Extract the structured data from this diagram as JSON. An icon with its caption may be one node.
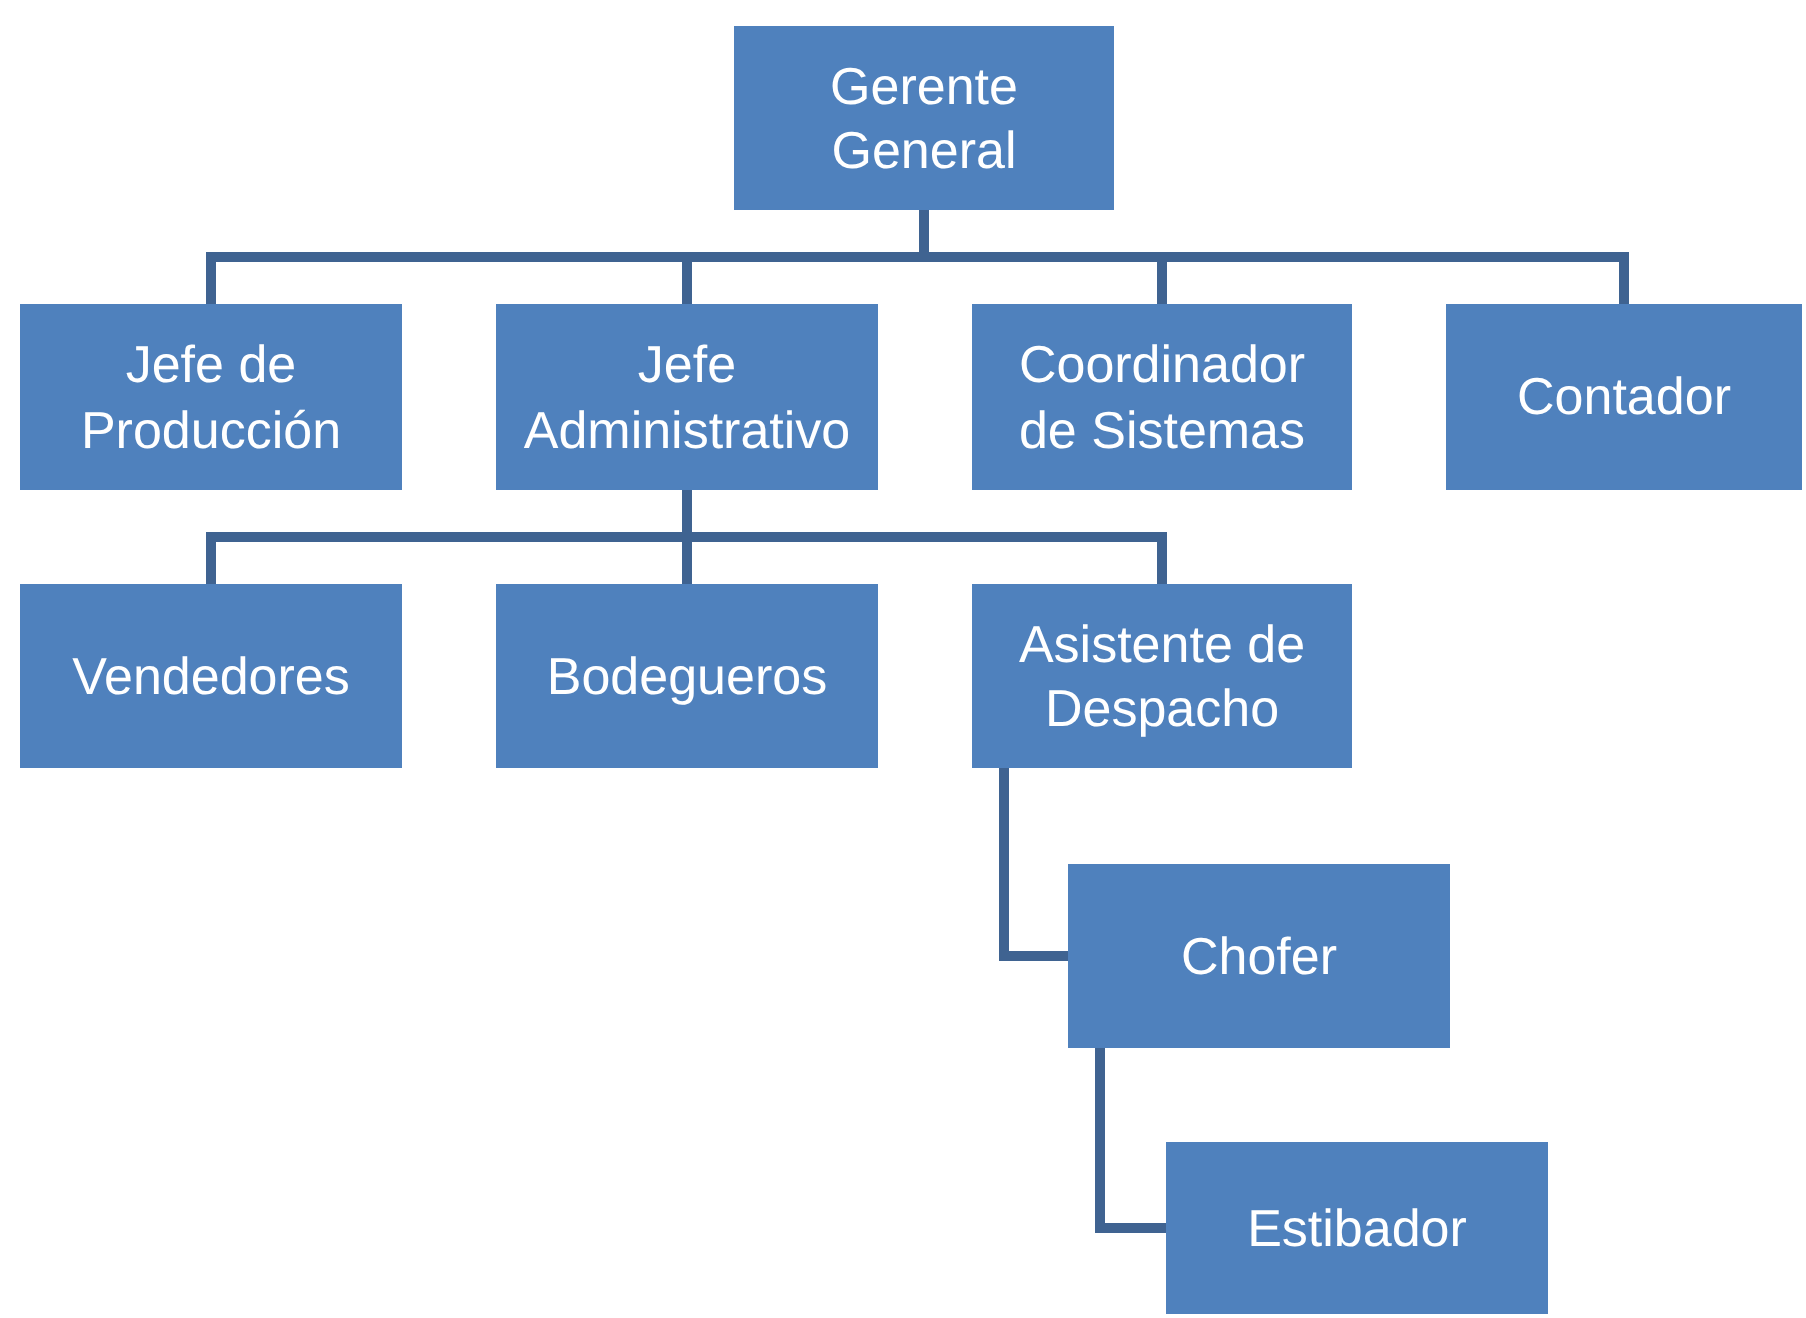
{
  "diagram": {
    "nodes": [
      {
        "text": [
          "Gerente General"
        ]
      },
      {
        "text": [
          "Jefe de Producción"
        ]
      },
      {
        "text": [
          "Jefe Administrativo"
        ]
      },
      {
        "text": [
          "Coordinador de Sistemas"
        ]
      },
      {
        "text": [
          "Contador"
        ]
      },
      {
        "text": [
          "Vendedores"
        ]
      },
      {
        "text": [
          "Bodegueros"
        ]
      },
      {
        "text": [
          "Asistente de Despacho"
        ]
      },
      {
        "text": [
          "Chofer"
        ]
      },
      {
        "text": [
          "Estibador"
        ]
      }
    ],
    "edges": [
      {
        "from": 0,
        "to": 1,
        "arrow": "none"
      },
      {
        "from": 0,
        "to": 2,
        "arrow": "none"
      },
      {
        "from": 0,
        "to": 3,
        "arrow": "none"
      },
      {
        "from": 0,
        "to": 4,
        "arrow": "none"
      },
      {
        "from": 2,
        "to": 5,
        "arrow": "none"
      },
      {
        "from": 2,
        "to": 6,
        "arrow": "none"
      },
      {
        "from": 2,
        "to": 7,
        "arrow": "none"
      },
      {
        "from": 7,
        "to": 8,
        "arrow": "none"
      },
      {
        "from": 8,
        "to": 9,
        "arrow": "none"
      }
    ]
  }
}
